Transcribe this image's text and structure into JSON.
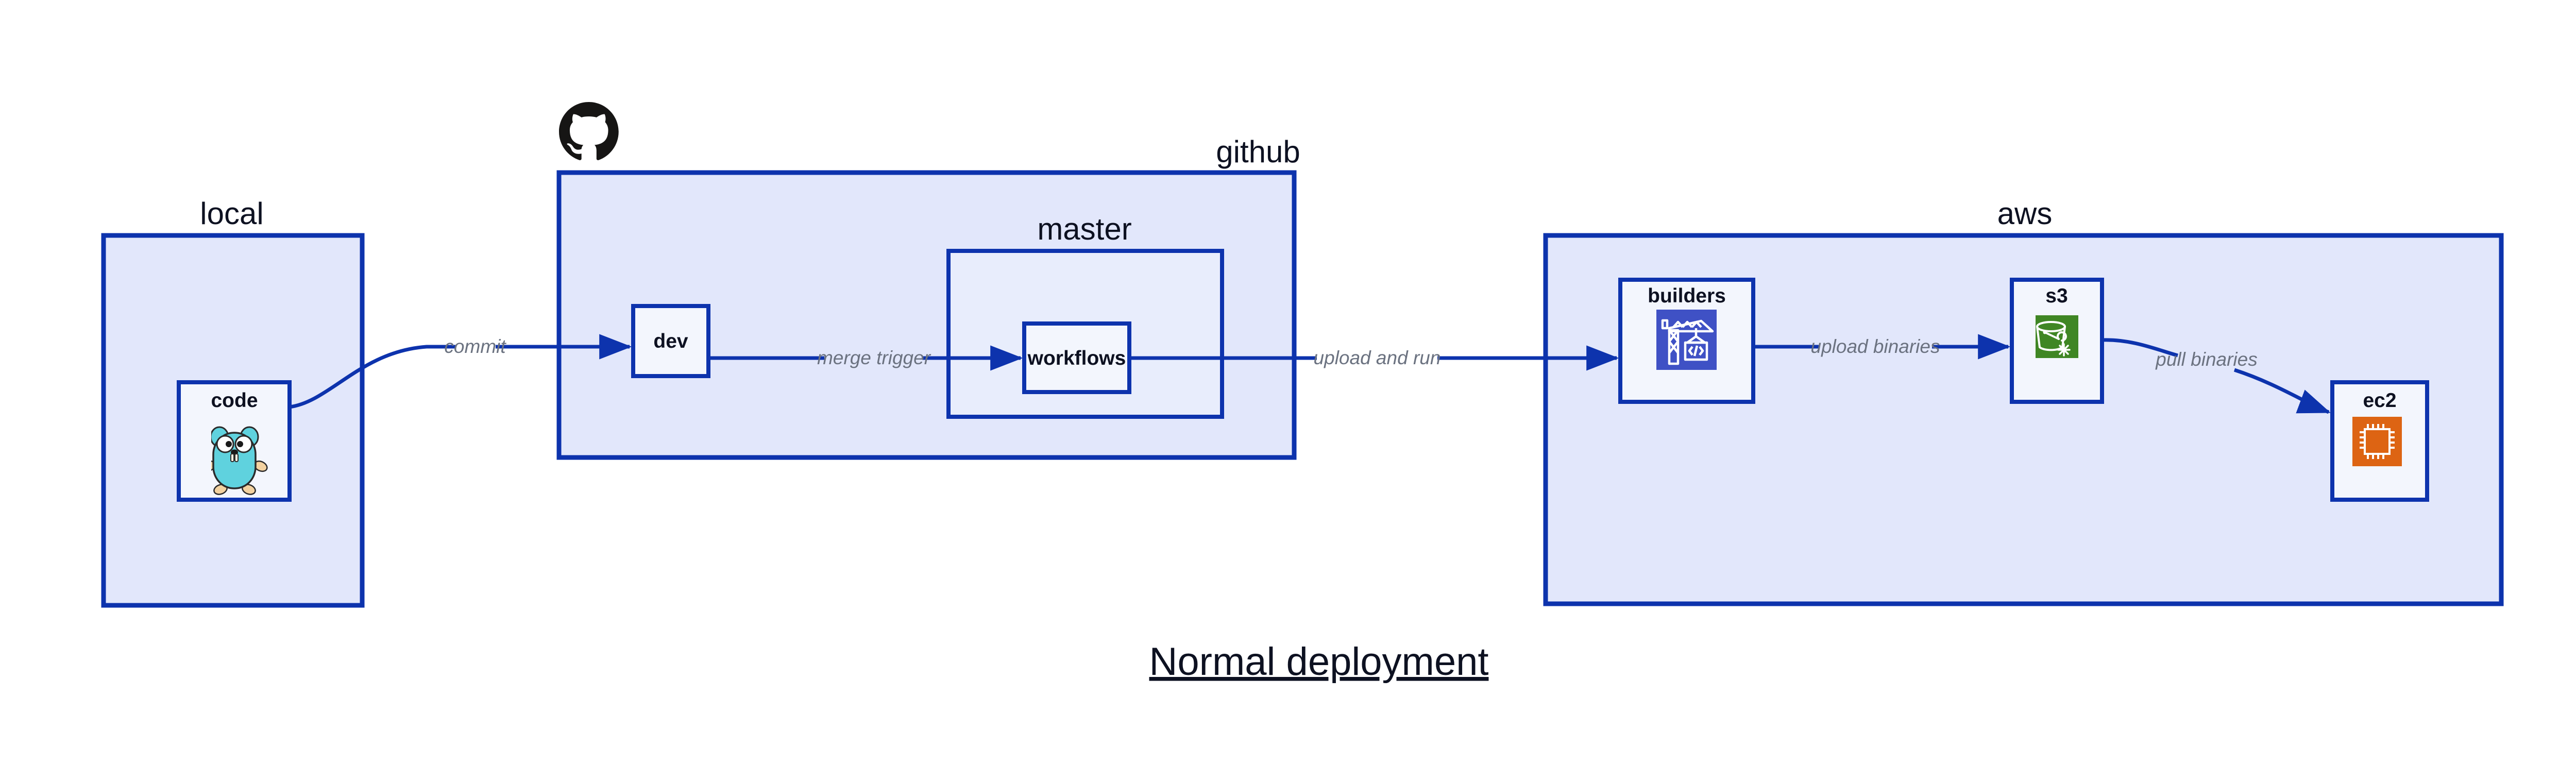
{
  "title": "Normal deployment",
  "colors": {
    "container_fill": "#e2e7fb",
    "subcontainer_fill": "#e8edfc",
    "node_fill": "#f3f6fd",
    "stroke": "#0d33ad",
    "label_text": "#0d1121",
    "edge_label_text": "#6b7280",
    "builders_icon_bg": "#3f51c5",
    "s3_icon_bg": "#3f8624",
    "ec2_icon_bg": "#dd6413",
    "gopher_body": "#5fd2de",
    "github_logo": "#161514"
  },
  "groups": [
    {
      "id": "local",
      "label": "local"
    },
    {
      "id": "github",
      "label": "github"
    },
    {
      "id": "master",
      "label": "master"
    },
    {
      "id": "aws",
      "label": "aws"
    }
  ],
  "nodes": [
    {
      "id": "code",
      "label": "code",
      "icon": "go-gopher-icon",
      "group": "local"
    },
    {
      "id": "dev",
      "label": "dev",
      "icon": null,
      "group": "github"
    },
    {
      "id": "workflows",
      "label": "workflows",
      "icon": null,
      "group": "master"
    },
    {
      "id": "builders",
      "label": "builders",
      "icon": "crane-code-icon",
      "group": "aws"
    },
    {
      "id": "s3",
      "label": "s3",
      "icon": "s3-bucket-icon",
      "group": "aws"
    },
    {
      "id": "ec2",
      "label": "ec2",
      "icon": "cpu-chip-icon",
      "group": "aws"
    }
  ],
  "edges": [
    {
      "id": "commit",
      "label": "commit",
      "from": "code",
      "to": "dev"
    },
    {
      "id": "merge-trigger",
      "label": "merge trigger",
      "from": "dev",
      "to": "workflows"
    },
    {
      "id": "upload-run",
      "label": "upload and run",
      "from": "workflows",
      "to": "builders"
    },
    {
      "id": "upload-bin",
      "label": "upload binaries",
      "from": "builders",
      "to": "s3"
    },
    {
      "id": "pull-bin",
      "label": "pull binaries",
      "from": "s3",
      "to": "ec2"
    }
  ],
  "logos": [
    {
      "id": "github-logo",
      "name": "github-octocat-logo"
    }
  ]
}
